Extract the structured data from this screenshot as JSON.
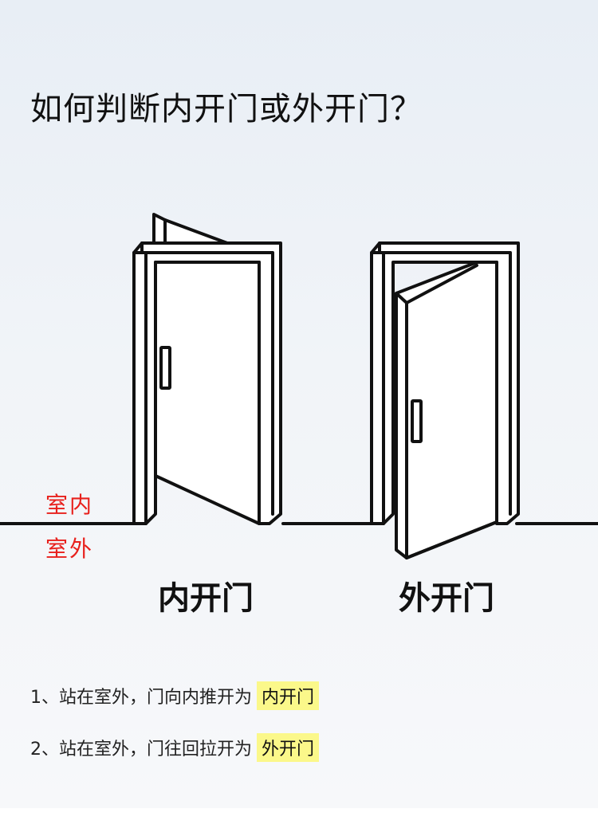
{
  "title": "如何判断内开门或外开门？",
  "side_labels": {
    "indoor": "室内",
    "outdoor": "室外"
  },
  "doors": [
    {
      "caption": "内开门"
    },
    {
      "caption": "外开门"
    }
  ],
  "rules": [
    {
      "text": "1、站在室外，门向内推开为",
      "highlight": "内开门"
    },
    {
      "text": "2、站在室外，门往回拉开为",
      "highlight": "外开门"
    }
  ],
  "colors": {
    "label_red": "#e8201c",
    "highlight": "#fbf88a",
    "line": "#111111"
  }
}
